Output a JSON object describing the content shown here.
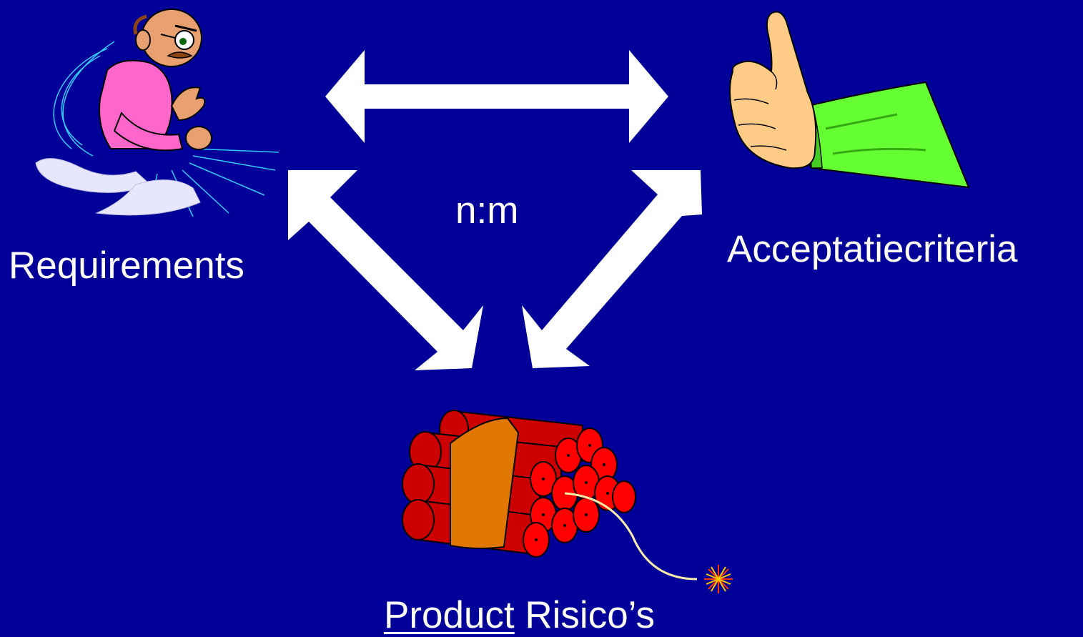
{
  "slide": {
    "background_color": "#000099",
    "text_color": "#ffffff",
    "arrow_color": "#ffffff"
  },
  "nodes": {
    "requirements": {
      "label": "Requirements",
      "illustration": "man-tearing-paper-clipart"
    },
    "acceptatiecriteria": {
      "label": "Acceptatiecriteria",
      "illustration": "thumbs-up-hand-clipart"
    },
    "product_risicos": {
      "label_underlined": "Product",
      "label_rest": " Risico’s",
      "illustration": "dynamite-bundle-clipart"
    }
  },
  "relation": {
    "label": "n:m"
  },
  "connectors": [
    {
      "from": "requirements",
      "to": "acceptatiecriteria",
      "direction": "both"
    },
    {
      "from": "requirements",
      "to": "product_risicos",
      "direction": "both"
    },
    {
      "from": "acceptatiecriteria",
      "to": "product_risicos",
      "direction": "both"
    }
  ]
}
